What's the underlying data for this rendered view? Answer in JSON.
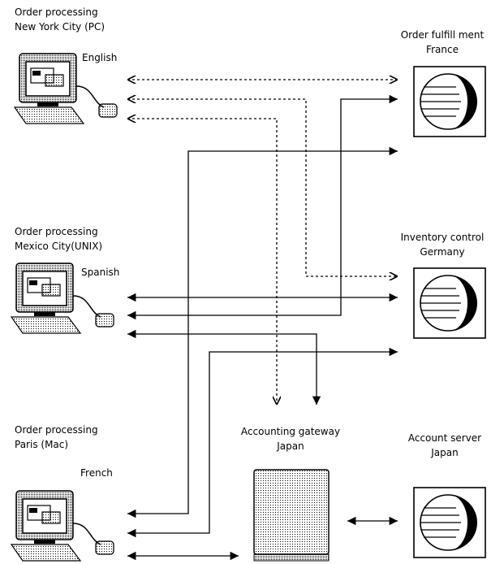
{
  "nodes": {
    "ny": {
      "title": "Order processing",
      "location": "New York City (PC)",
      "language": "English"
    },
    "mexico": {
      "title": "Order processing",
      "location": "Mexico City(UNIX)",
      "language": "Spanish"
    },
    "paris": {
      "title": "Order processing",
      "location": "Paris (Mac)",
      "language": "French"
    },
    "fulfillment": {
      "title": "Order fulfill ment",
      "location": "France"
    },
    "inventory": {
      "title": "Inventory control",
      "location": "Germany"
    },
    "gateway": {
      "title": "Accounting gateway",
      "location": "Japan"
    },
    "account_server": {
      "title": "Account server",
      "location": "Japan"
    }
  }
}
